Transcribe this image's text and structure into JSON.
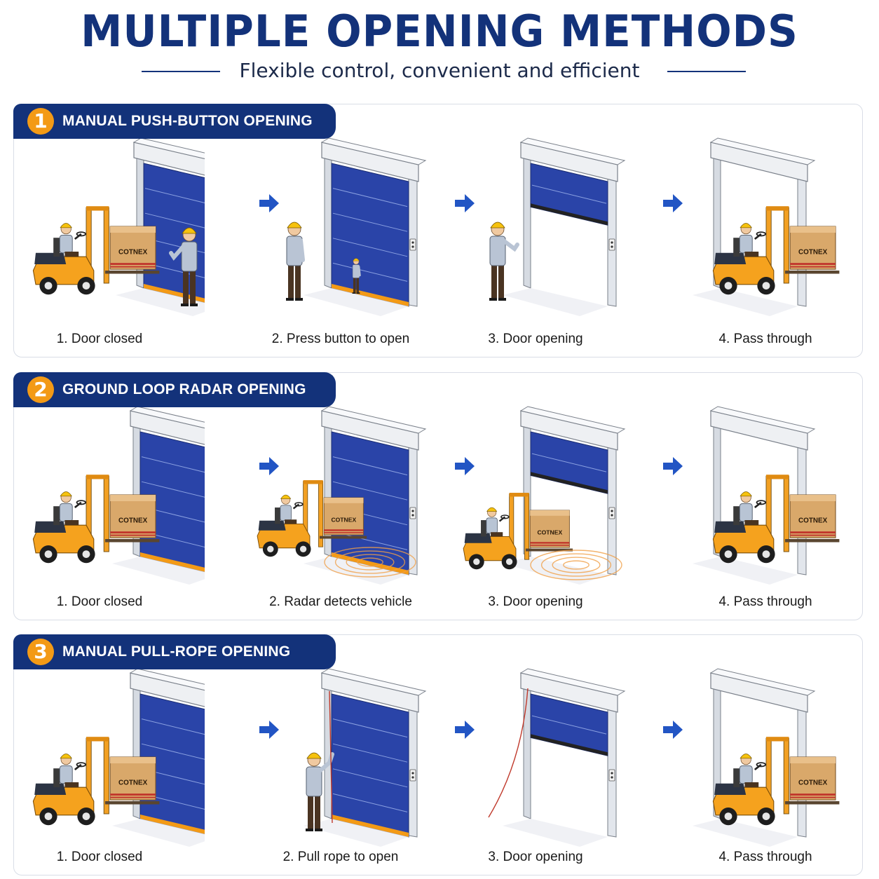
{
  "header": {
    "title": "MULTIPLE OPENING METHODS",
    "subtitle": "Flexible control, convenient and efficient"
  },
  "colors": {
    "navy": "#13327a",
    "door_blue": "#2a44a8",
    "accent_orange": "#f39a16",
    "arrow_blue": "#2255c4",
    "panel_border": "#d9dde6"
  },
  "brand_on_box": "COTNEX",
  "sections": [
    {
      "number": "1",
      "title": "MANUAL PUSH-BUTTON OPENING",
      "steps": [
        {
          "label": "1. Door closed",
          "scene": "closed",
          "figure": "forklift",
          "door_open": 0
        },
        {
          "label": "2. Press button to open",
          "scene": "button",
          "figure": "workers",
          "door_open": 0
        },
        {
          "label": "3. Door opening",
          "scene": "opening",
          "figure": "worker-button",
          "door_open": 0.65
        },
        {
          "label": "4. Pass through",
          "scene": "pass",
          "figure": "forklift",
          "door_open": 1
        }
      ]
    },
    {
      "number": "2",
      "title": "GROUND LOOP RADAR OPENING",
      "steps": [
        {
          "label": "1. Door closed",
          "scene": "closed",
          "figure": "forklift",
          "door_open": 0
        },
        {
          "label": "2. Radar detects vehicle",
          "scene": "radar",
          "figure": "forklift",
          "door_open": 0
        },
        {
          "label": "3. Door opening",
          "scene": "radar-opening",
          "figure": "forklift",
          "door_open": 0.65
        },
        {
          "label": "4. Pass through",
          "scene": "pass",
          "figure": "forklift",
          "door_open": 1
        }
      ]
    },
    {
      "number": "3",
      "title": "MANUAL PULL-ROPE OPENING",
      "steps": [
        {
          "label": "1. Door closed",
          "scene": "closed",
          "figure": "forklift",
          "door_open": 0
        },
        {
          "label": "2. Pull rope to open",
          "scene": "rope",
          "figure": "worker-rope",
          "door_open": 0
        },
        {
          "label": "3. Door opening",
          "scene": "rope-opening",
          "figure": "none",
          "door_open": 0.65
        },
        {
          "label": "4. Pass through",
          "scene": "pass",
          "figure": "forklift",
          "door_open": 1
        }
      ]
    }
  ]
}
